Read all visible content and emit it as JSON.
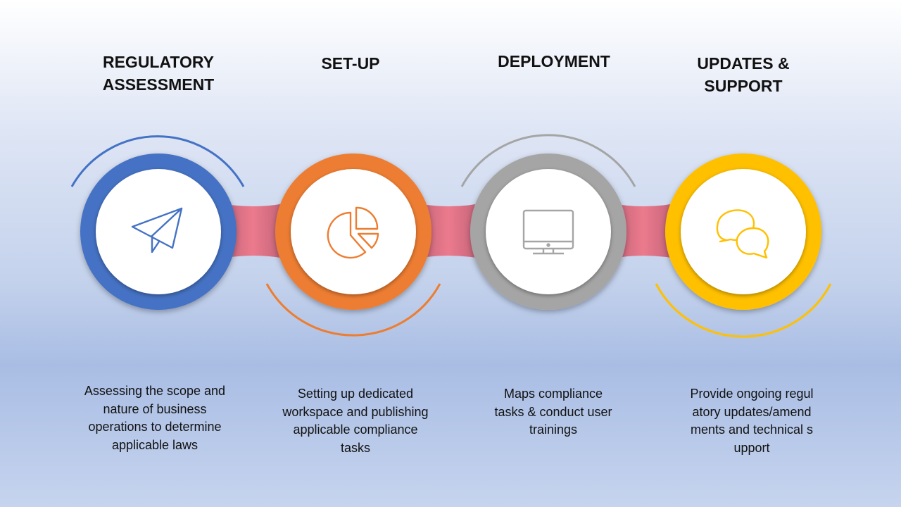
{
  "steps": [
    {
      "title": "REGULATORY ASSESSMENT",
      "description": "Assessing the scope and nature of business operations to determine applicable laws",
      "icon": "paper-plane-icon",
      "color": "#4472C4"
    },
    {
      "title": "SET-UP",
      "description": "Setting up dedicated workspace and publishing applicable compliance tasks",
      "icon": "pie-chart-icon",
      "color": "#ED7D31"
    },
    {
      "title": "DEPLOYMENT",
      "description": "Maps compliance tasks & conduct user trainings",
      "icon": "monitor-icon",
      "color": "#A5A5A5"
    },
    {
      "title": "UPDATES & SUPPORT",
      "description": "Provide ongoing regulatory updates/amendments and technical support",
      "icon": "chat-bubbles-icon",
      "color": "#FFC000"
    }
  ],
  "connector_color": "#E8768A"
}
